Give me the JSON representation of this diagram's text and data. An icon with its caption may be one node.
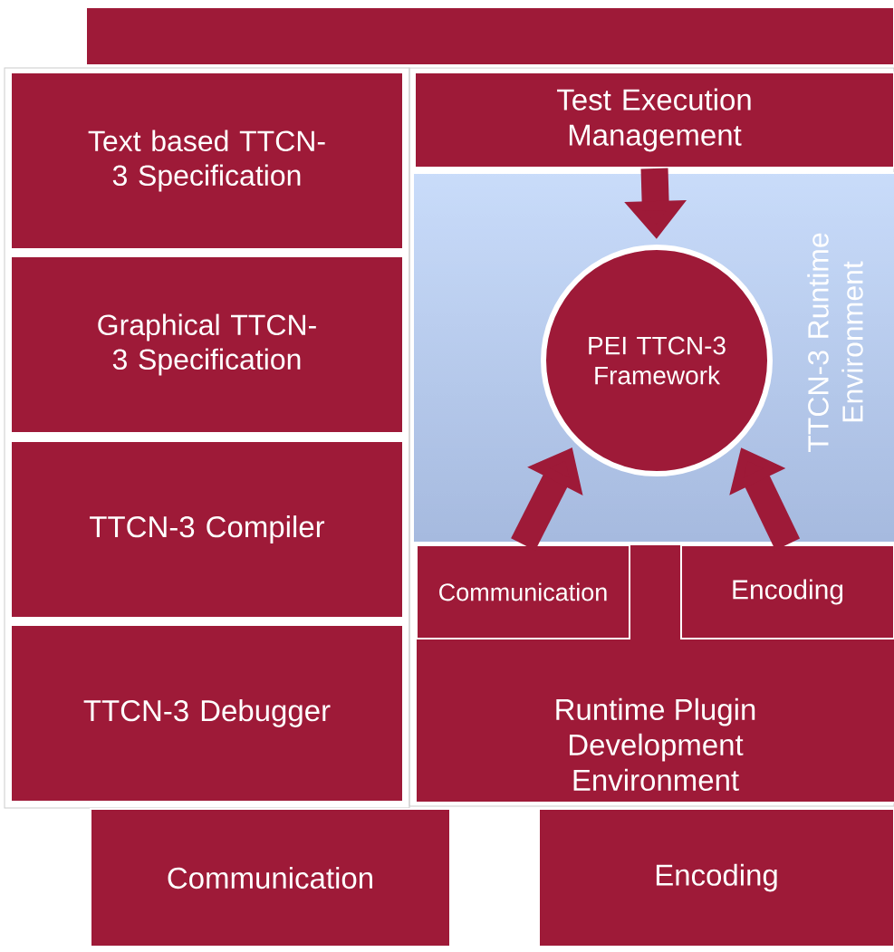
{
  "diagram": {
    "nodes": [
      {
        "text": [],
        "shape": "bar"
      },
      {
        "text": [
          "Text based TTCN-3 Specification"
        ]
      },
      {
        "text": [
          "Graphical TTCN-3 Specification"
        ]
      },
      {
        "text": [
          "TTCN-3 Compiler"
        ]
      },
      {
        "text": [
          "TTCN-3 Debugger"
        ]
      },
      {
        "text": [
          "Test Execution Management"
        ]
      },
      {
        "text": [
          "Runtime Plugin Development Environment"
        ]
      },
      {
        "text": [
          "TTCN-3 Runtime Environment"
        ]
      },
      {
        "text": [
          "PEI TTCN-3 Framework"
        ],
        "in": 7
      },
      {
        "text": [
          "Communication"
        ],
        "in": 6
      },
      {
        "text": [
          "Encoding"
        ],
        "in": 6
      },
      {
        "text": [
          "Communication"
        ]
      },
      {
        "text": [
          "Encoding"
        ]
      }
    ],
    "edges": [
      {
        "from": 5,
        "to": 8,
        "arrow": "to"
      },
      {
        "from": 9,
        "to": 8,
        "arrow": "to"
      },
      {
        "from": 10,
        "to": 8,
        "arrow": "to"
      }
    ]
  }
}
